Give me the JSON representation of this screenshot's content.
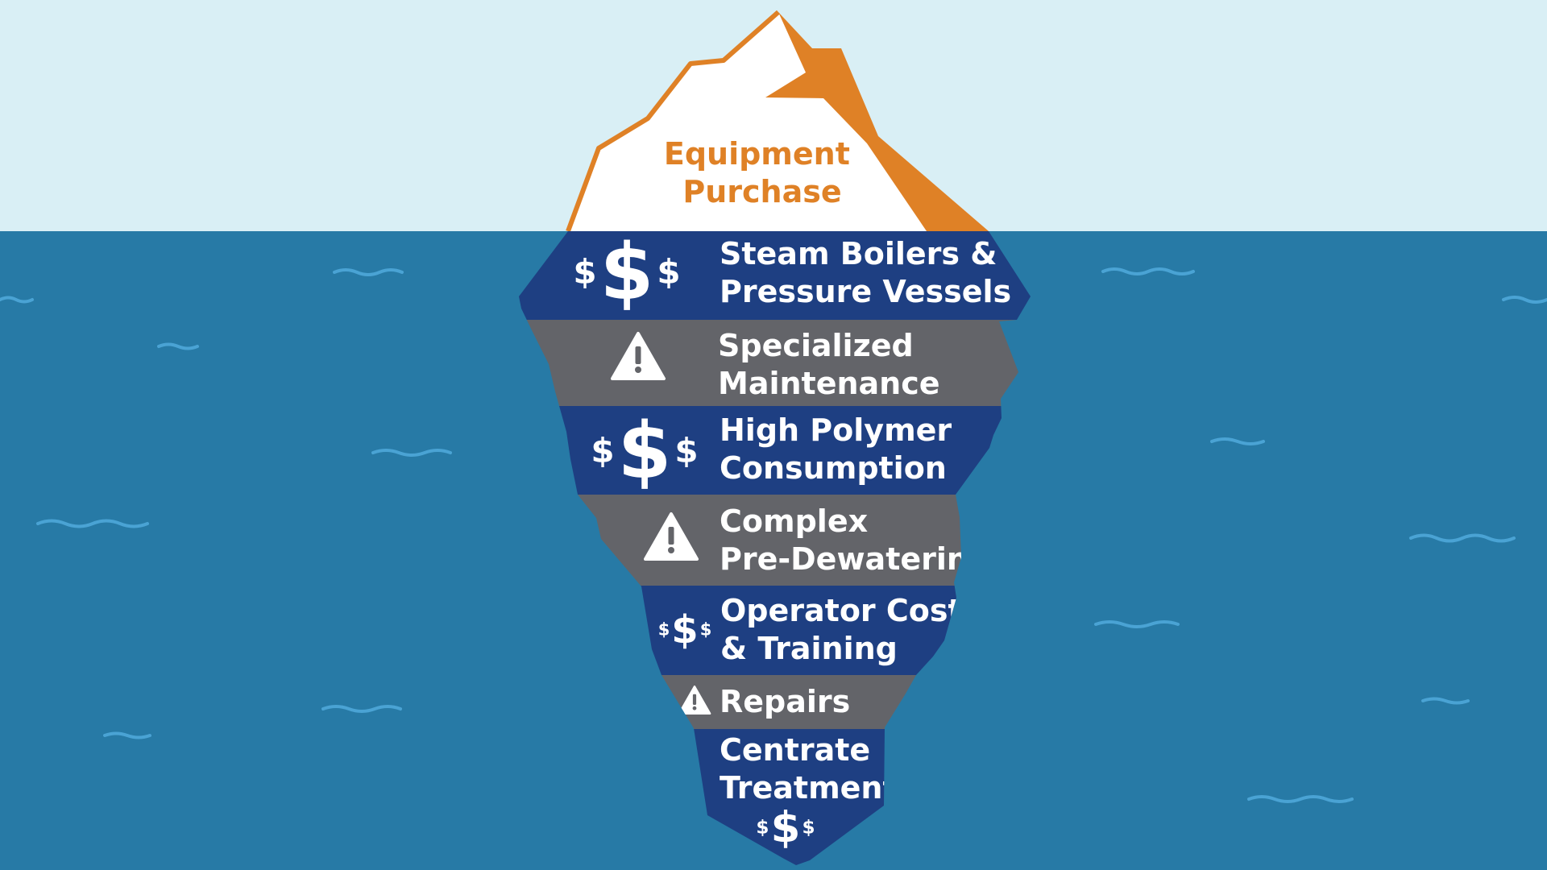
{
  "colors": {
    "sky": "#d9eff5",
    "water": "#277aa6",
    "wave": "#4aa3d4",
    "ice": "#ffffff",
    "accent_orange": "#df8126",
    "band_blue": "#1e3f82",
    "band_gray": "#636469"
  },
  "tip": {
    "line1": "Equipment",
    "line2": "Purchase"
  },
  "bands": [
    {
      "icon": "dollar-signs-icon",
      "line1": "Steam Boilers &",
      "line2": "Pressure Vessels"
    },
    {
      "icon": "warning-icon",
      "line1": "Specialized",
      "line2": "Maintenance"
    },
    {
      "icon": "dollar-signs-icon",
      "line1": "High Polymer",
      "line2": "Consumption"
    },
    {
      "icon": "warning-icon",
      "line1": "Complex",
      "line2": "Pre-Dewatering"
    },
    {
      "icon": "dollar-signs-icon",
      "line1": "Operator Costs",
      "line2": "& Training"
    },
    {
      "icon": "warning-icon",
      "line1": "Repairs"
    },
    {
      "icon": "dollar-signs-icon",
      "line1": "Centrate",
      "line2": "Treatment"
    }
  ]
}
